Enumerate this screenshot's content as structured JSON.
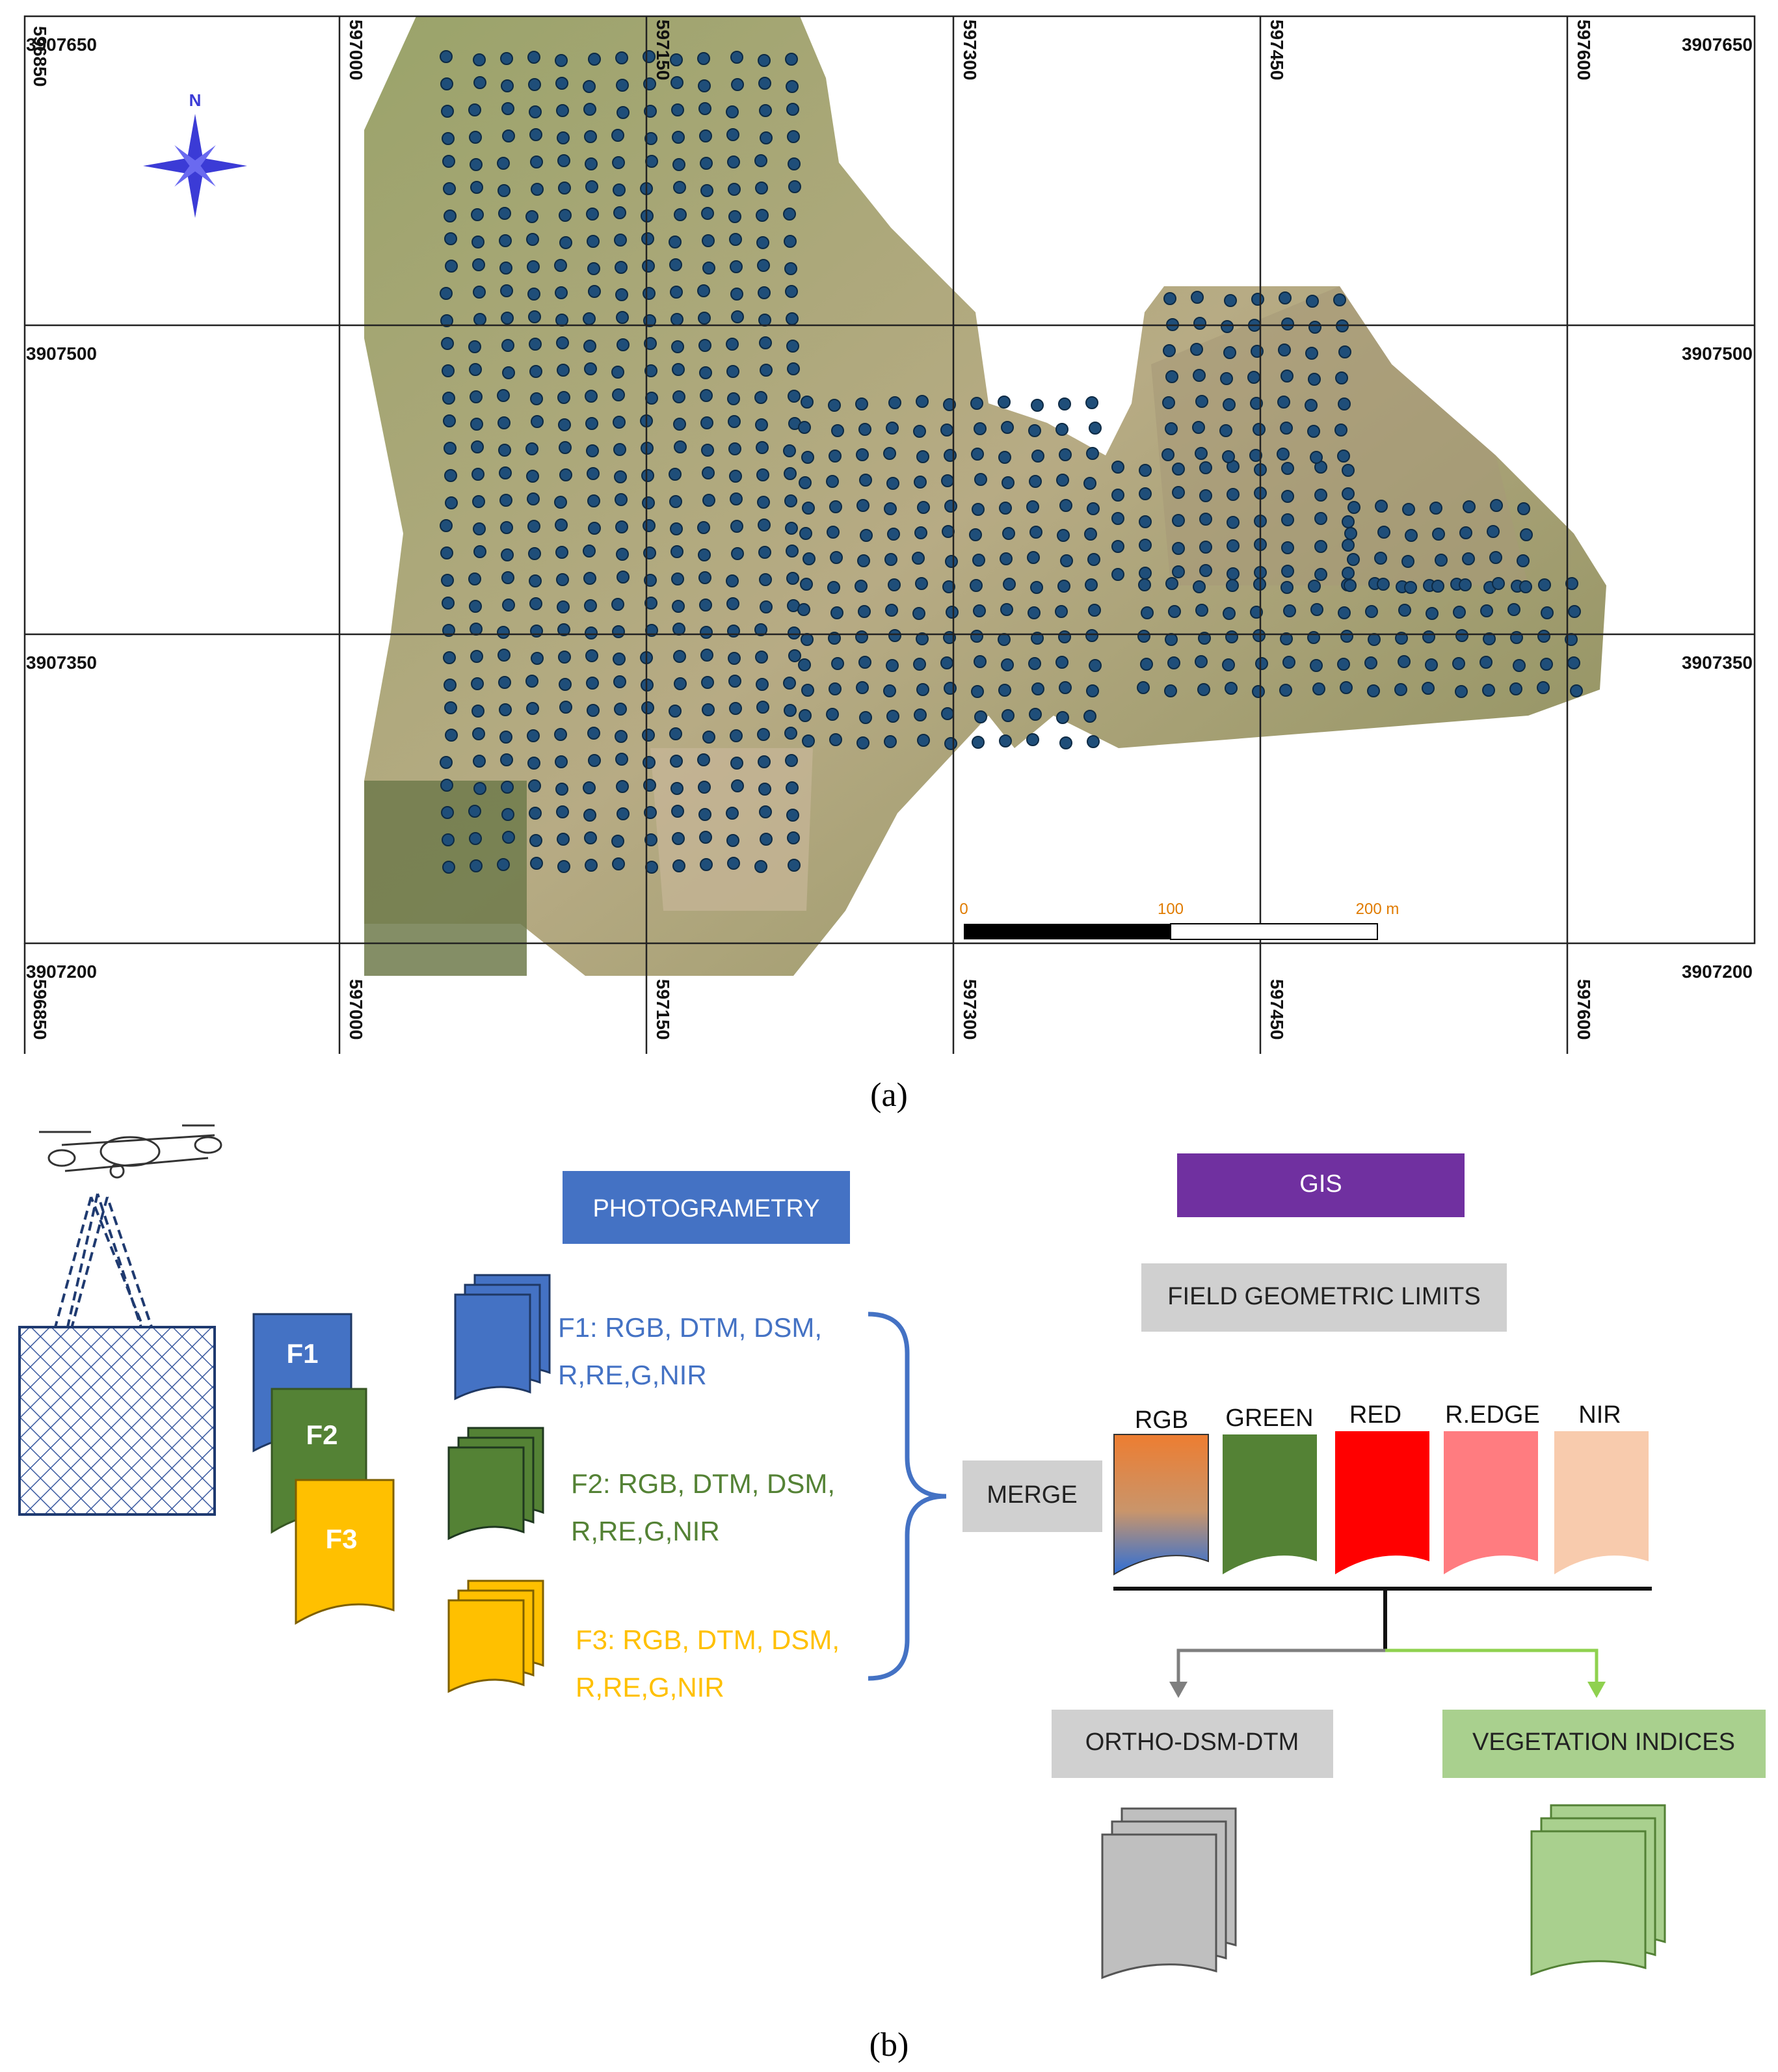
{
  "panel_a": {
    "caption": "(a)",
    "north_label": "N",
    "x_ticks": [
      "596850",
      "597000",
      "597150",
      "597300",
      "597450",
      "597600"
    ],
    "y_ticks": [
      "3907650",
      "3907500",
      "3907350",
      "3907200"
    ],
    "scale_bar": {
      "label_0": "0",
      "label_100": "100",
      "label_200": "200 m"
    },
    "colors": {
      "grid": "#222222",
      "tree_marker": "#1f4e79",
      "north_arrow": "#3b3bd6",
      "scale_text": "#e07b00"
    }
  },
  "panel_b": {
    "caption": "(b)",
    "photogrametry_label": "PHOTOGRAMETRY",
    "gis_label": "GIS",
    "field_limits_label": "FIELD GEOMETRIC LIMITS",
    "merge_label": "MERGE",
    "flights": [
      {
        "id": "F1",
        "color": "#4472c4",
        "line1": "F1: RGB, DTM, DSM,",
        "line2": "R,RE,G,NIR"
      },
      {
        "id": "F2",
        "color": "#548235",
        "line1": "F2: RGB, DTM, DSM,",
        "line2": "R,RE,G,NIR"
      },
      {
        "id": "F3",
        "color": "#ffc000",
        "line1": "F3: RGB, DTM, DSM,",
        "line2": "R,RE,G,NIR"
      }
    ],
    "bands": [
      {
        "label": "RGB",
        "color": "#ed7d31"
      },
      {
        "label": "GREEN",
        "color": "#548235"
      },
      {
        "label": "RED",
        "color": "#ff0000"
      },
      {
        "label": "R.EDGE",
        "color": "#ff7c80"
      },
      {
        "label": "NIR",
        "color": "#f8cbad"
      }
    ],
    "outputs": [
      {
        "label": "ORTHO-DSM-DTM",
        "color": "#bfbfbf"
      },
      {
        "label": "VEGETATION INDICES",
        "color": "#a9d08e"
      }
    ],
    "colors": {
      "photogrametry": "#4472c4",
      "gis": "#7030a0",
      "gray_box": "#d0d0d0",
      "green_box": "#a9d08e"
    }
  }
}
